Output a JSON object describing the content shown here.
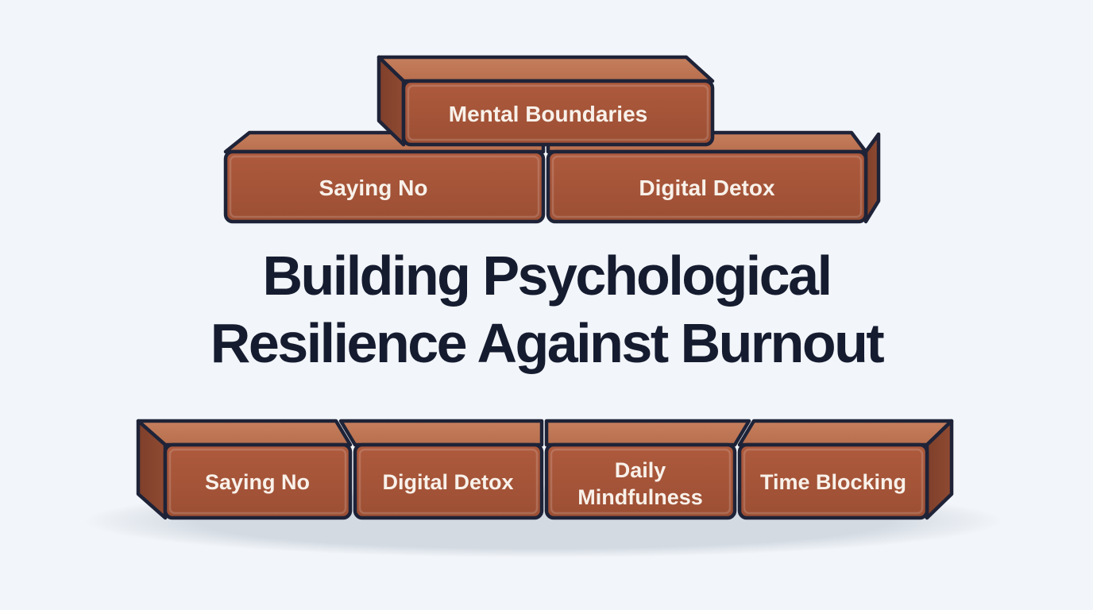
{
  "illustration": {
    "title": {
      "line1": "Building Psychological",
      "line2": "Resilience Against Burnout"
    },
    "wall": {
      "top_row": [
        {
          "label": "Mental Boundaries"
        }
      ],
      "middle_row": [
        {
          "label": "Saying No"
        },
        {
          "label": "Digital Detox"
        }
      ],
      "bottom_row": [
        {
          "label": "Saying No"
        },
        {
          "label": "Digital Detox"
        },
        {
          "label": "Daily Mindfulness",
          "line1": "Daily",
          "line2": "Mindfulness"
        },
        {
          "label": "Time Blocking"
        }
      ]
    },
    "colors": {
      "background": "#f2f5f9",
      "brick_front": "#a5553a",
      "brick_top": "#c07a59",
      "brick_side": "#8a4630",
      "outline": "#1e2338",
      "brick_text": "#f8f1ea",
      "title_text": "#161c30",
      "ground_shadow": "#d3dae2"
    }
  }
}
